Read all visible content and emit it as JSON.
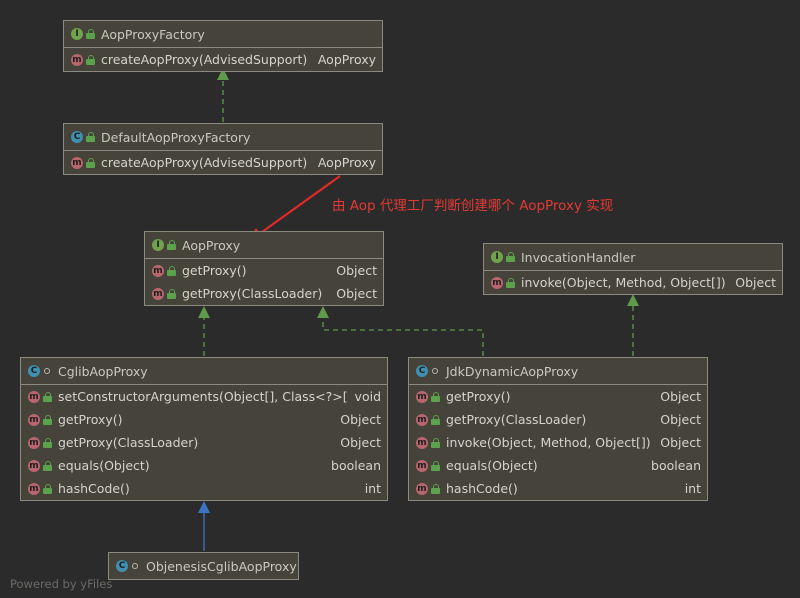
{
  "annotation": "由 Aop 代理工厂判断创建哪个 AopProxy 实现",
  "watermark": "Powered by yFiles",
  "nodes": {
    "aop_proxy_factory": {
      "kind": "I",
      "name": "AopProxyFactory",
      "methods": [
        {
          "name": "createAopProxy(AdvisedSupport)",
          "type": "AopProxy"
        }
      ]
    },
    "default_aop_proxy_factory": {
      "kind": "C",
      "name": "DefaultAopProxyFactory",
      "methods": [
        {
          "name": "createAopProxy(AdvisedSupport)",
          "type": "AopProxy"
        }
      ]
    },
    "aop_proxy": {
      "kind": "I",
      "name": "AopProxy",
      "methods": [
        {
          "name": "getProxy()",
          "type": "Object"
        },
        {
          "name": "getProxy(ClassLoader)",
          "type": "Object"
        }
      ]
    },
    "invocation_handler": {
      "kind": "I",
      "name": "InvocationHandler",
      "methods": [
        {
          "name": "invoke(Object, Method, Object[])",
          "type": "Object"
        }
      ]
    },
    "cglib_aop_proxy": {
      "kind": "C",
      "name": "CglibAopProxy",
      "methods": [
        {
          "name": "setConstructorArguments(Object[], Class<?>[])",
          "type": "void"
        },
        {
          "name": "getProxy()",
          "type": "Object"
        },
        {
          "name": "getProxy(ClassLoader)",
          "type": "Object"
        },
        {
          "name": "equals(Object)",
          "type": "boolean"
        },
        {
          "name": "hashCode()",
          "type": "int"
        }
      ]
    },
    "jdk_dynamic_aop_proxy": {
      "kind": "C",
      "name": "JdkDynamicAopProxy",
      "methods": [
        {
          "name": "getProxy()",
          "type": "Object"
        },
        {
          "name": "getProxy(ClassLoader)",
          "type": "Object"
        },
        {
          "name": "invoke(Object, Method, Object[])",
          "type": "Object"
        },
        {
          "name": "equals(Object)",
          "type": "boolean"
        },
        {
          "name": "hashCode()",
          "type": "int"
        }
      ]
    },
    "objenesis_cglib_aop_proxy": {
      "kind": "C",
      "name": "ObjenesisCglibAopProxy",
      "methods": []
    }
  }
}
